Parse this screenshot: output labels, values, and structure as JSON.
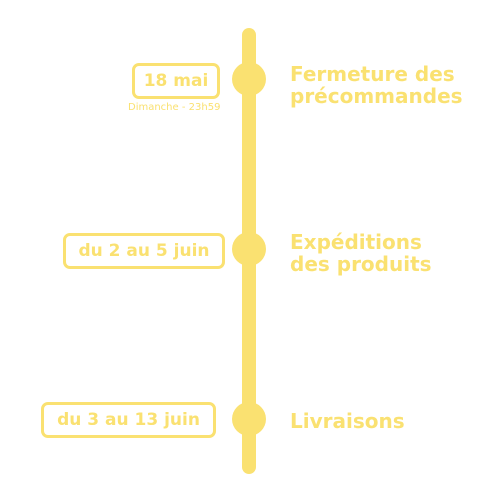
{
  "colors": {
    "accent": "#FAE171",
    "background": "#FFFFFF"
  },
  "timeline": {
    "events": [
      {
        "date": "18 mai",
        "date_note": "Dimanche - 23h59",
        "label_line1": "Fermeture des",
        "label_line2": "précommandes"
      },
      {
        "date": "du 2 au 5 juin",
        "label_line1": "Expéditions",
        "label_line2": "des produits"
      },
      {
        "date": "du 3 au 13 juin",
        "label_line1": "Livraisons"
      }
    ]
  }
}
